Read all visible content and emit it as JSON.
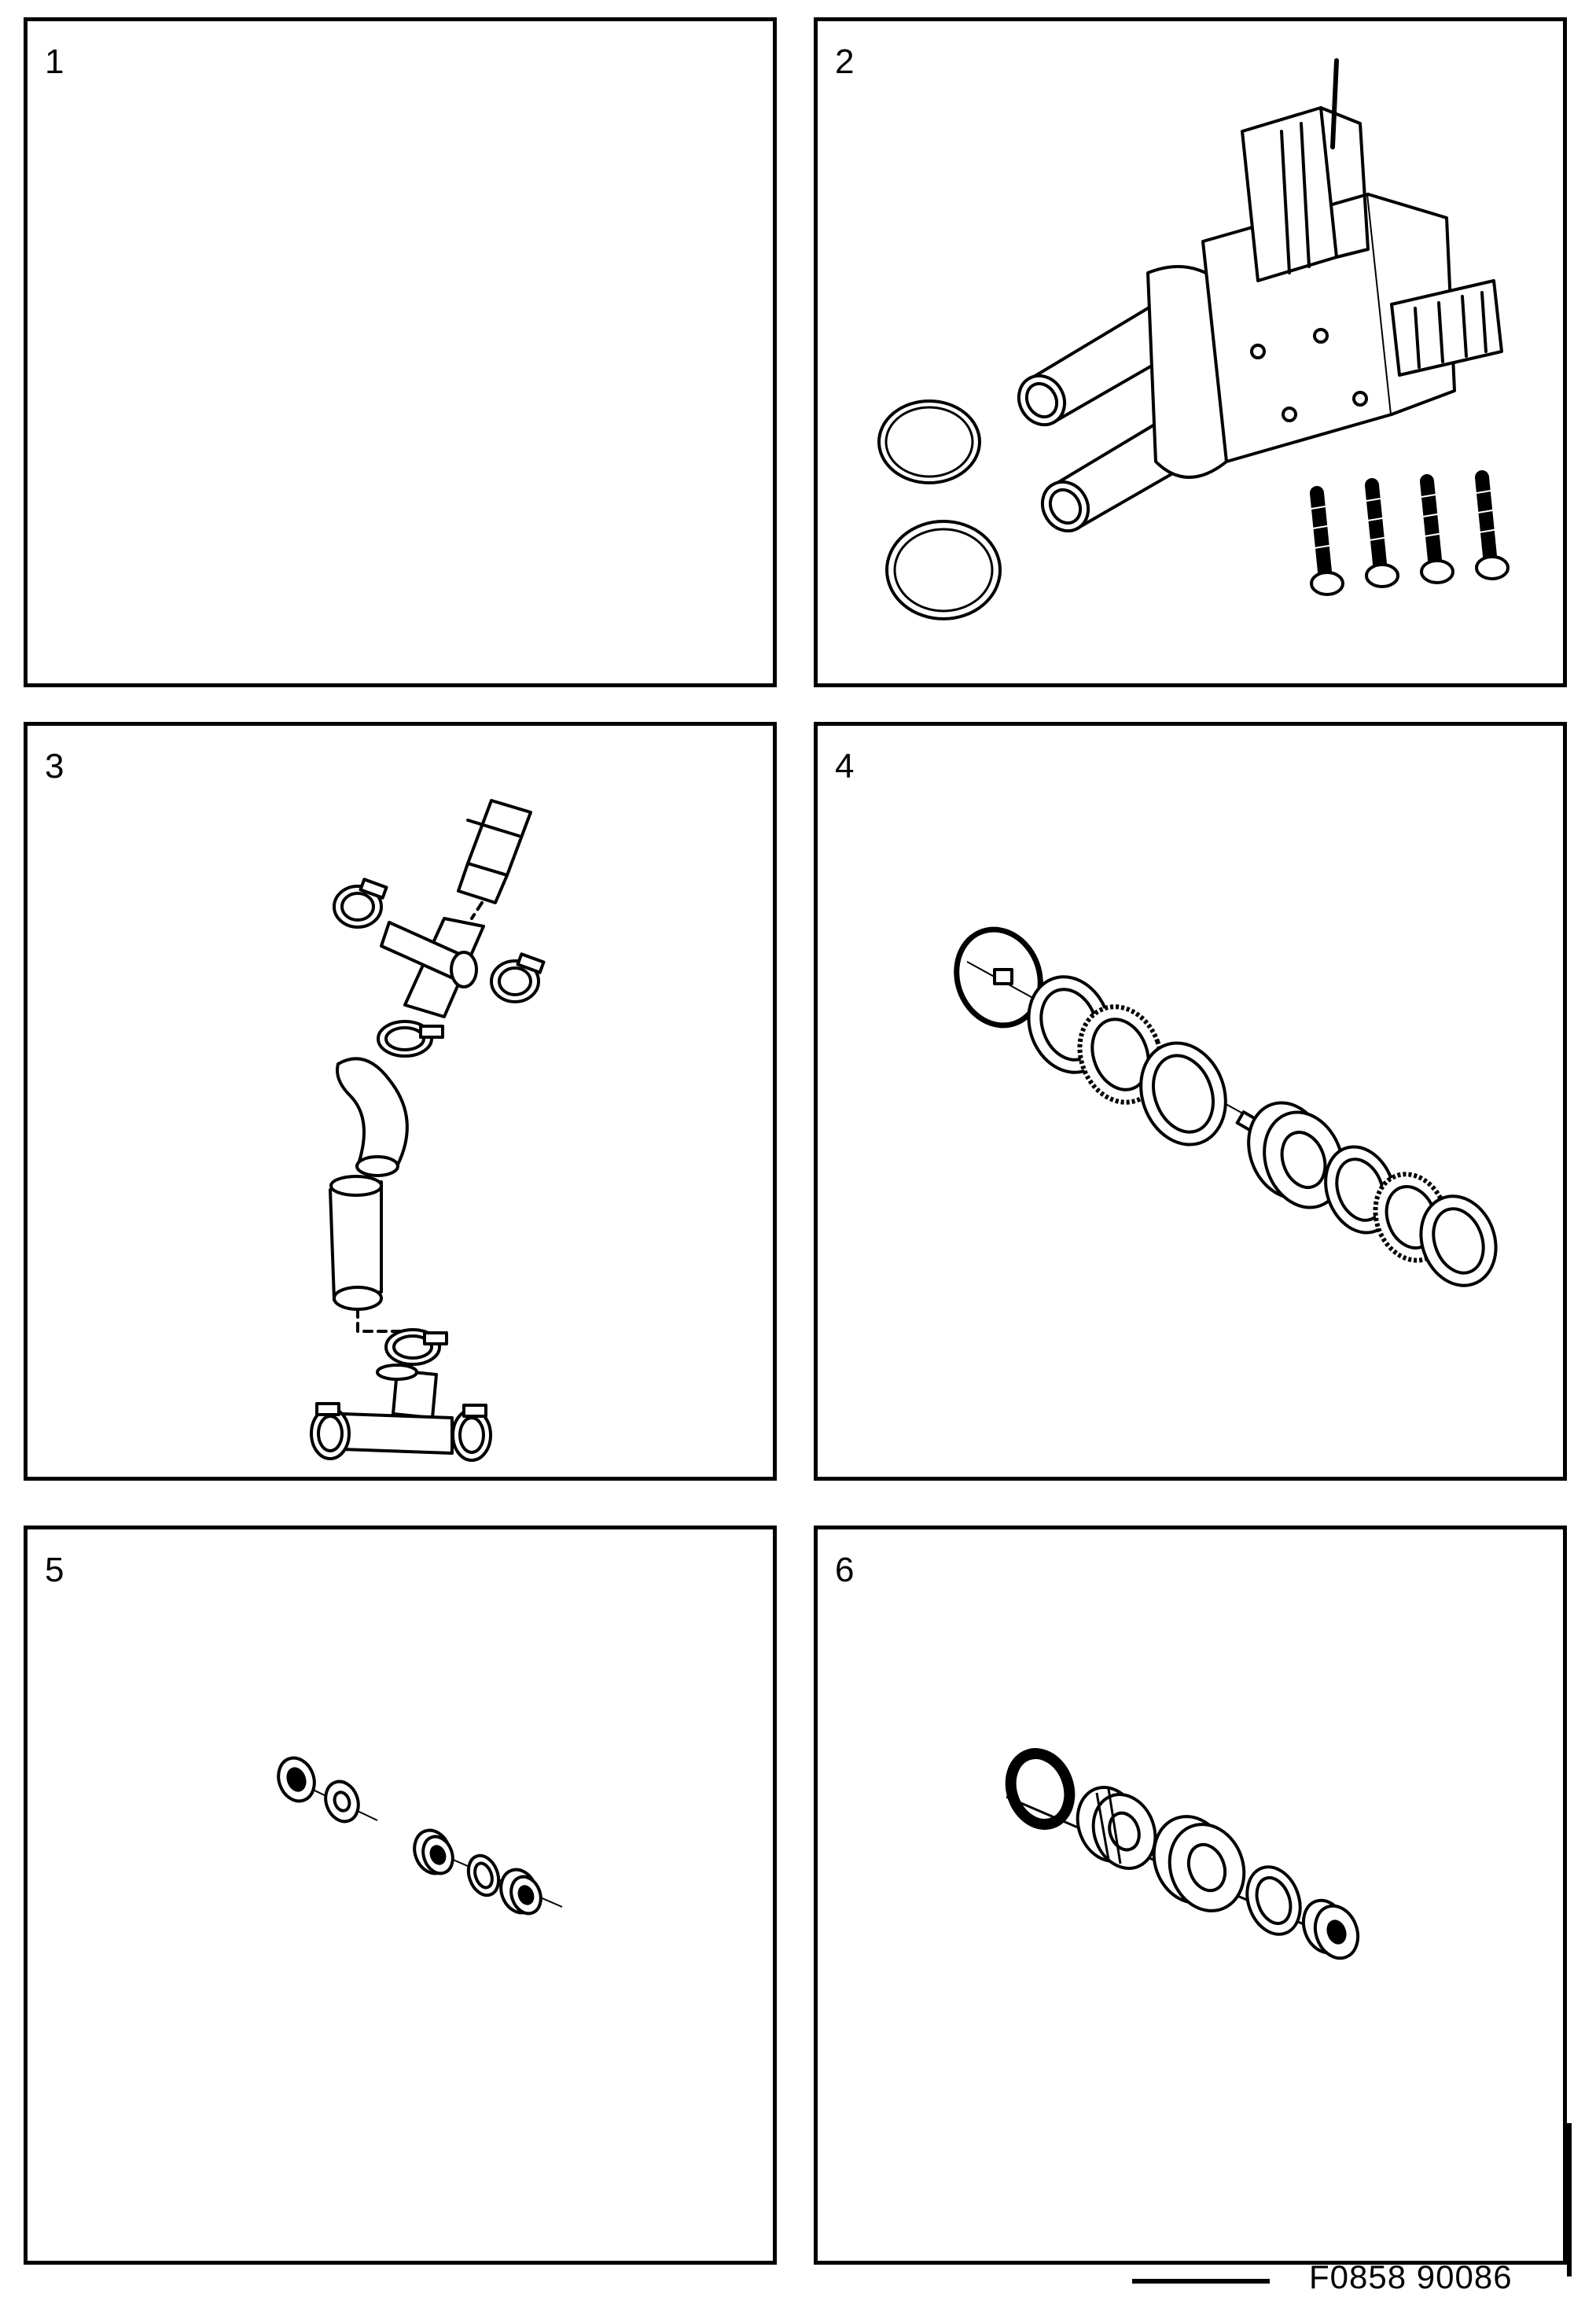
{
  "panels": [
    {
      "number": "1"
    },
    {
      "number": "2"
    },
    {
      "number": "3"
    },
    {
      "number": "4"
    },
    {
      "number": "5"
    },
    {
      "number": "6"
    }
  ],
  "figure_code": "F0858  90086"
}
